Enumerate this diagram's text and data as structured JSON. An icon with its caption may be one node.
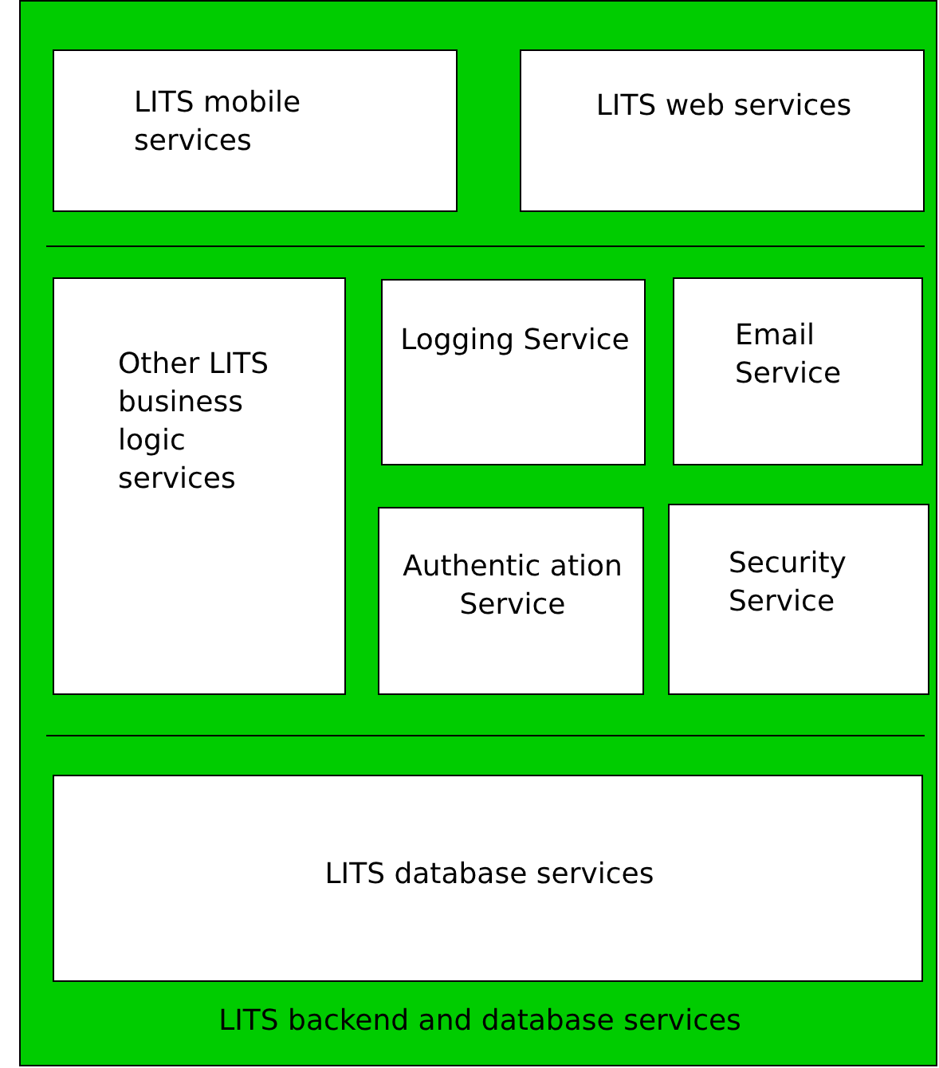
{
  "diagram": {
    "nodes": [
      {
        "text": [
          "LITS backend and database services"
        ]
      },
      {
        "text": [
          "LITS mobile services"
        ],
        "in": 0
      },
      {
        "text": [
          "LITS web services"
        ],
        "in": 0
      },
      {
        "text": [
          "Other LITS business logic services"
        ],
        "in": 0
      },
      {
        "text": [
          "Logging Service"
        ],
        "in": 0
      },
      {
        "text": [
          "Email Service"
        ],
        "in": 0
      },
      {
        "text": [
          "Authentic ation Service"
        ],
        "in": 0
      },
      {
        "text": [
          "Security Service"
        ],
        "in": 0
      },
      {
        "text": [
          "LITS database services"
        ],
        "in": 0
      }
    ],
    "edges": []
  }
}
